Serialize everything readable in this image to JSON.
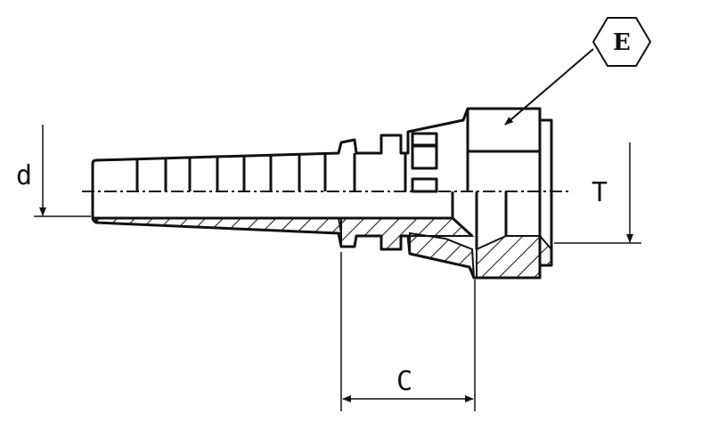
{
  "drawing": {
    "labels": {
      "bore_diameter": "d",
      "thread": "T",
      "length": "C",
      "hex": "E"
    },
    "line_color": "#111111",
    "background": "#ffffff"
  }
}
